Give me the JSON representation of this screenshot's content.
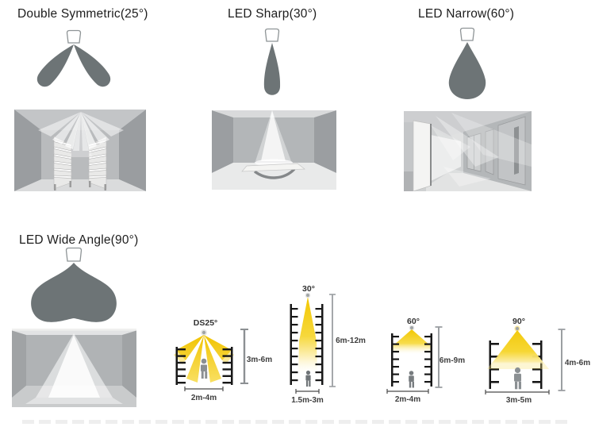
{
  "panels": [
    {
      "title": "Double Symmetric(25°)"
    },
    {
      "title": "LED Sharp(30°)"
    },
    {
      "title": "LED Narrow(60°)"
    },
    {
      "title": "LED Wide Angle(90°)"
    }
  ],
  "diagrams": [
    {
      "label": "DS25°",
      "mount_height": "3m-6m",
      "spacing": "2m-4m"
    },
    {
      "label": "30°",
      "mount_height": "6m-12m",
      "spacing": "1.5m-3m"
    },
    {
      "label": "60°",
      "mount_height": "6m-9m",
      "spacing": "2m-4m"
    },
    {
      "label": "90°",
      "mount_height": "4m-6m",
      "spacing": "3m-5m"
    }
  ],
  "colors": {
    "beam_gray": "#6d7476",
    "beam_yellow": "#f2c703",
    "beam_yellow_light": "#f9e167",
    "rack_black": "#181818",
    "person_gray": "#8b8f92",
    "dim_line_gray": "#9b9fa2",
    "text_dark": "#1d1d1d"
  }
}
